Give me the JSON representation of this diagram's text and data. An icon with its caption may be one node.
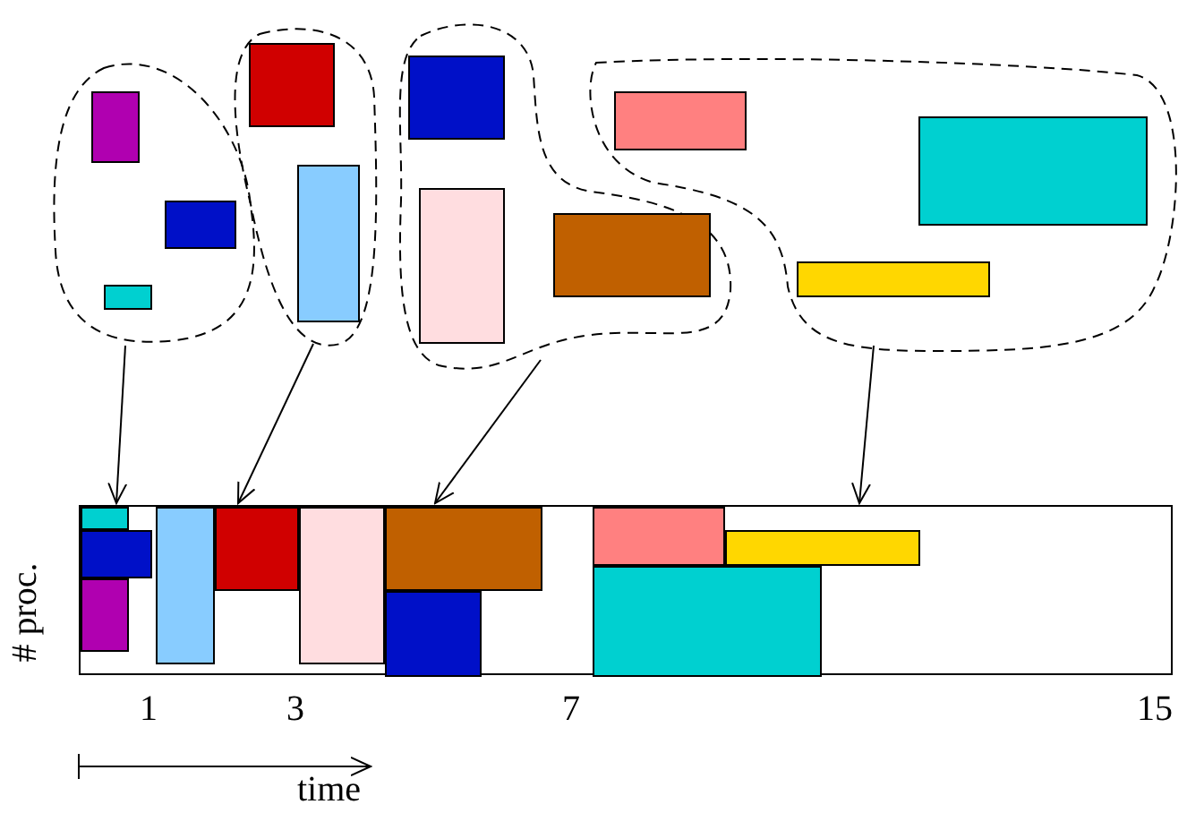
{
  "diagram": {
    "nodes": [
      {
        "text": [],
        "shape": "cloud"
      },
      {
        "text": [],
        "shape": "box",
        "in": 0
      },
      {
        "text": [],
        "shape": "box",
        "in": 0
      },
      {
        "text": [],
        "shape": "box",
        "in": 0
      },
      {
        "text": [],
        "shape": "cloud"
      },
      {
        "text": [],
        "shape": "box",
        "in": 4
      },
      {
        "text": [],
        "shape": "box",
        "in": 4
      },
      {
        "text": [],
        "shape": "cloud"
      },
      {
        "text": [],
        "shape": "box",
        "in": 7
      },
      {
        "text": [],
        "shape": "box",
        "in": 7
      },
      {
        "text": [],
        "shape": "box",
        "in": 7
      },
      {
        "text": [],
        "shape": "cloud"
      },
      {
        "text": [],
        "shape": "box",
        "in": 11
      },
      {
        "text": [],
        "shape": "box",
        "in": 11
      },
      {
        "text": [],
        "shape": "box",
        "in": 11
      },
      {
        "text": [],
        "shape": "box"
      },
      {
        "text": [],
        "shape": "box",
        "in": 15
      },
      {
        "text": [],
        "shape": "box",
        "in": 15
      },
      {
        "text": [],
        "shape": "box",
        "in": 15
      },
      {
        "text": [],
        "shape": "box",
        "in": 15
      },
      {
        "text": [],
        "shape": "box",
        "in": 15
      },
      {
        "text": [],
        "shape": "box",
        "in": 15
      },
      {
        "text": [],
        "shape": "box",
        "in": 15
      },
      {
        "text": [],
        "shape": "box",
        "in": 15
      },
      {
        "text": [],
        "shape": "box",
        "in": 15
      },
      {
        "text": [],
        "shape": "box",
        "in": 15
      },
      {
        "text": [],
        "shape": "box",
        "in": 15
      }
    ],
    "edges": [
      {
        "from": 0,
        "to": 15,
        "arrow": "to"
      },
      {
        "from": 4,
        "to": 15,
        "arrow": "to"
      },
      {
        "from": 7,
        "to": 15,
        "arrow": "to"
      },
      {
        "from": 11,
        "to": 15,
        "arrow": "to"
      }
    ],
    "labels": [
      "# proc.",
      "1",
      "3",
      "7",
      "15",
      "time"
    ]
  }
}
